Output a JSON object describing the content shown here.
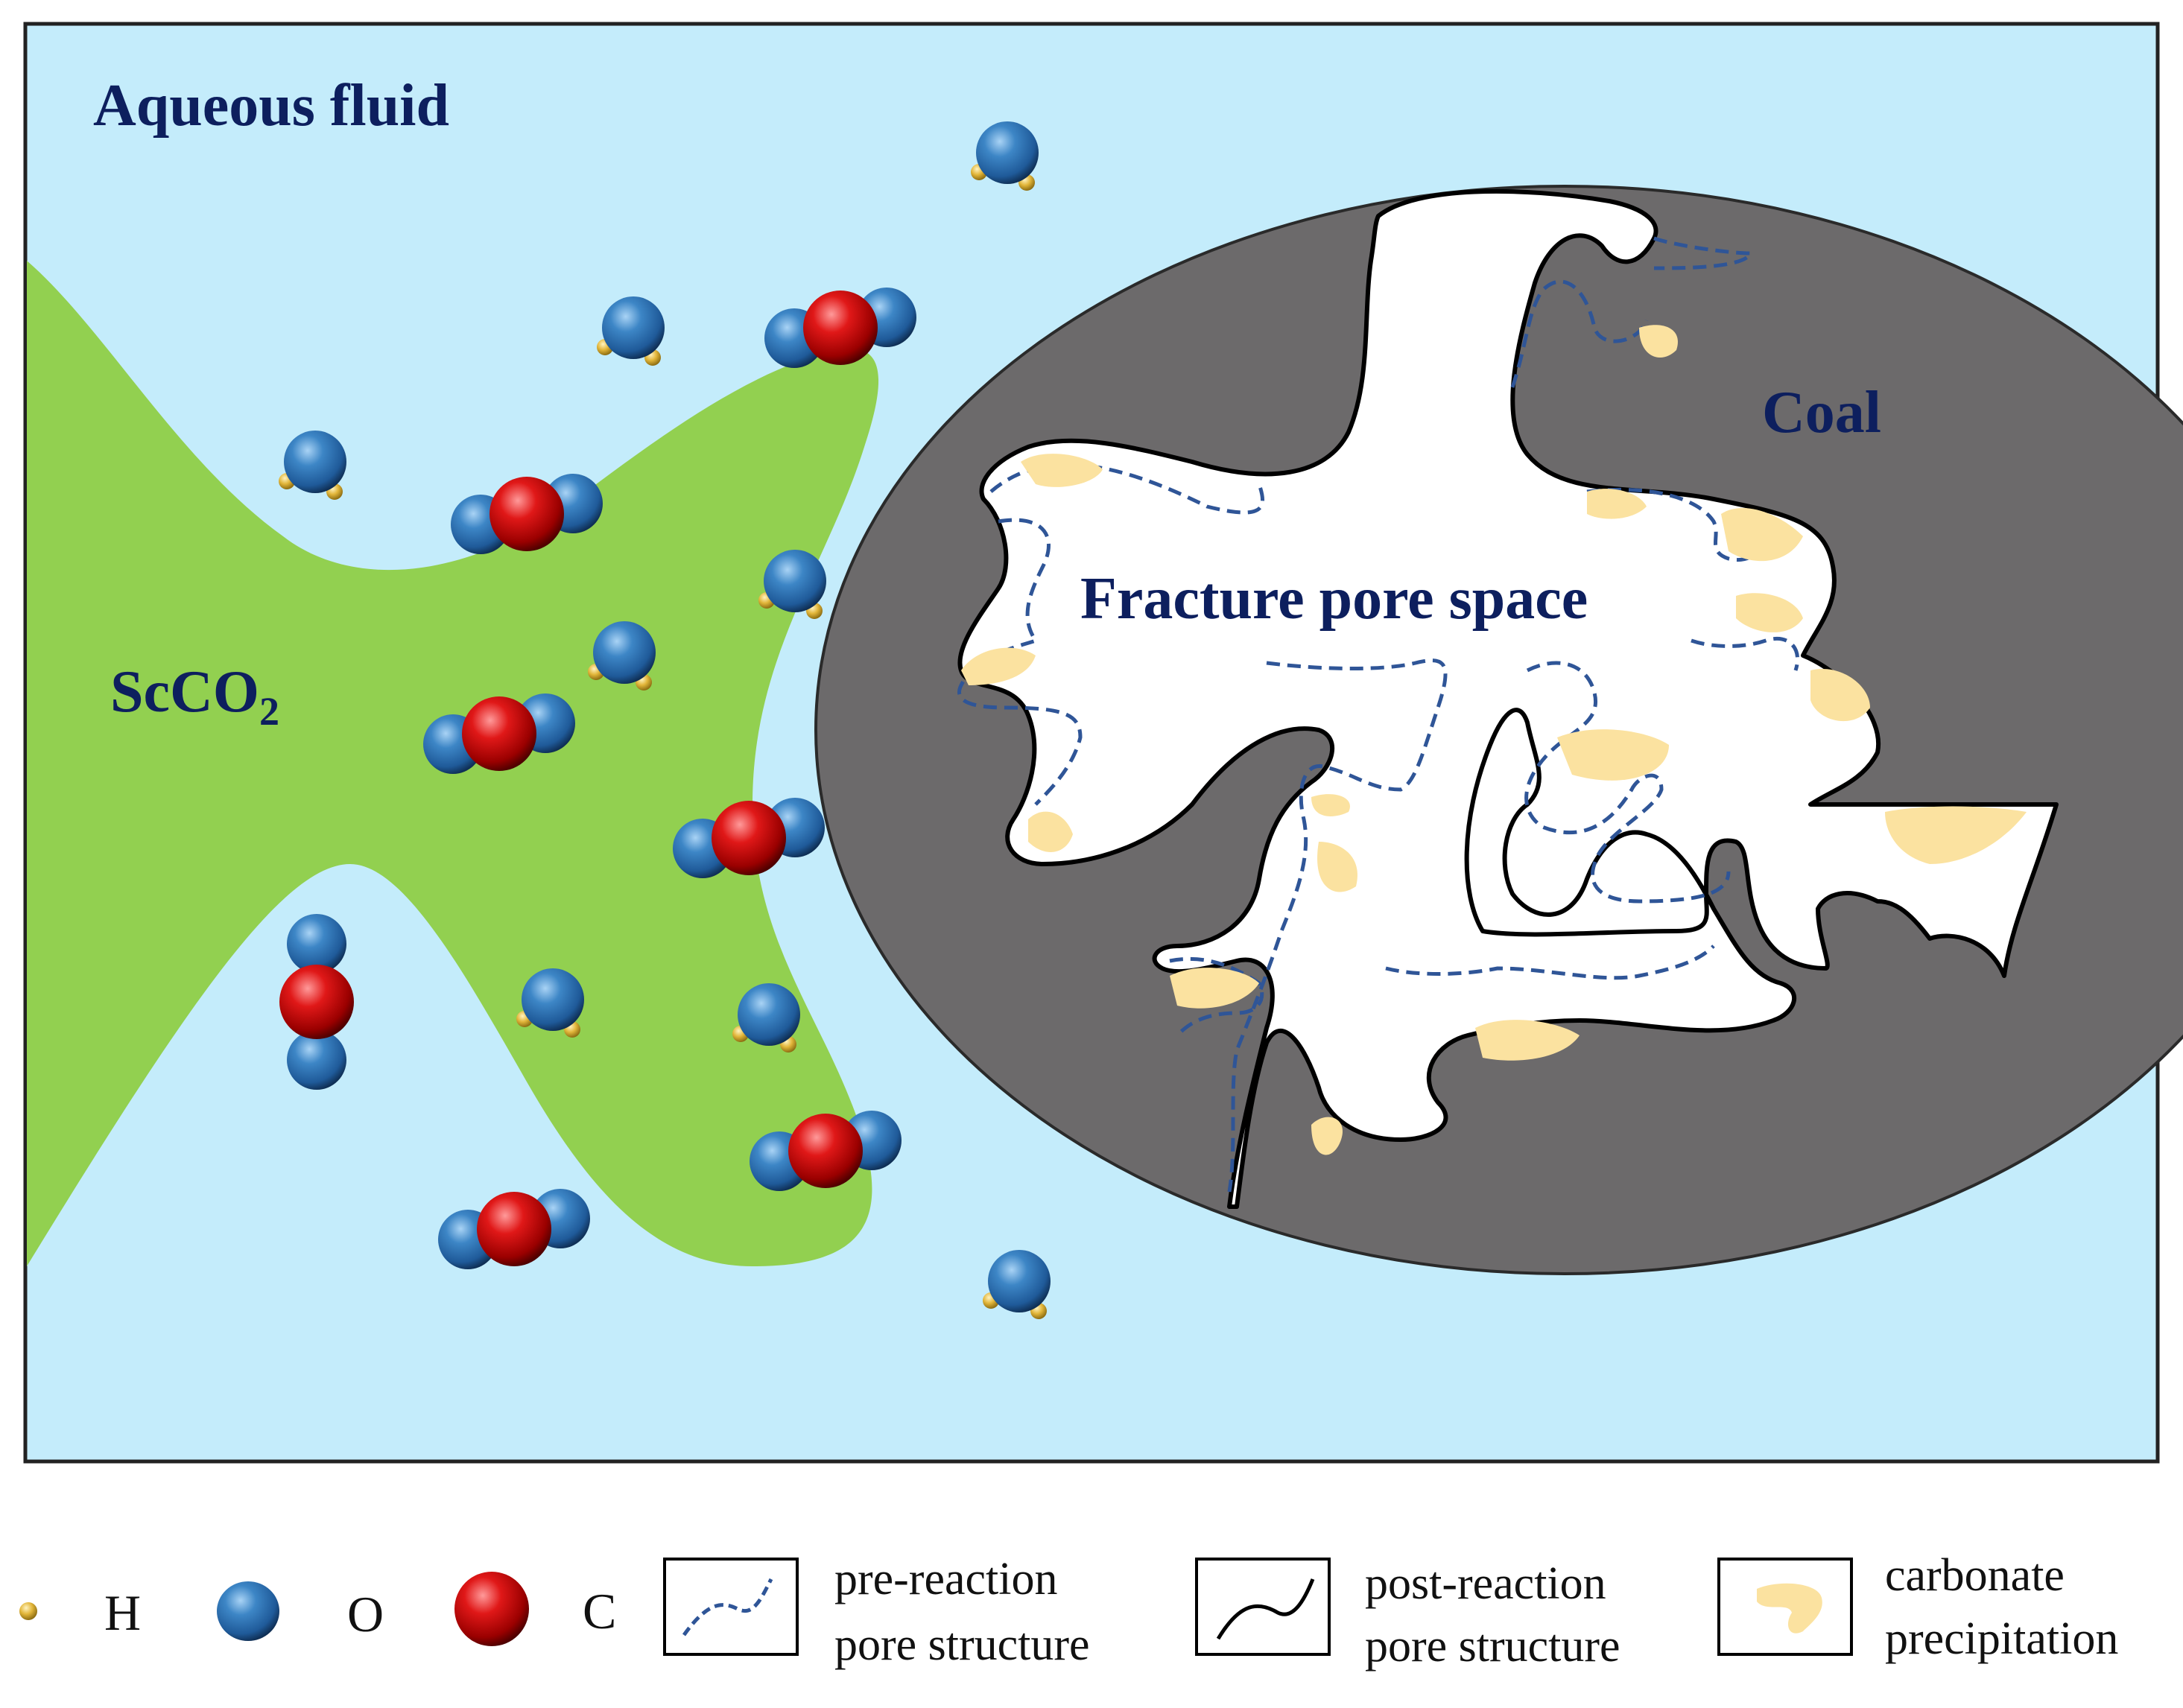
{
  "labels": {
    "aqueous": "Aqueous fluid",
    "scco2_main": "ScCO",
    "scco2_sub": "2",
    "coal": "Coal",
    "fracture": "Fracture pore space"
  },
  "legend": {
    "h": "H",
    "o": "O",
    "c": "C",
    "pre_line1": "pre-reaction",
    "pre_line2": "pore structure",
    "post_line1": "post-reaction",
    "post_line2": "pore structure",
    "carb_line1": "carbonate",
    "carb_line2": "precipitation"
  },
  "colors": {
    "aqueous_fluid": "#c4ecfb",
    "scco2_phase": "#92d050",
    "coal": "#6c6a6b",
    "pore_space": "#ffffff",
    "carbonate": "#fbe2a0",
    "pre_reaction_line": "#2f5597",
    "oxygen": "#2e75b6",
    "carbon": "#c00000",
    "hydrogen": "#d4a52a",
    "label_text": "#0d1f5e"
  }
}
